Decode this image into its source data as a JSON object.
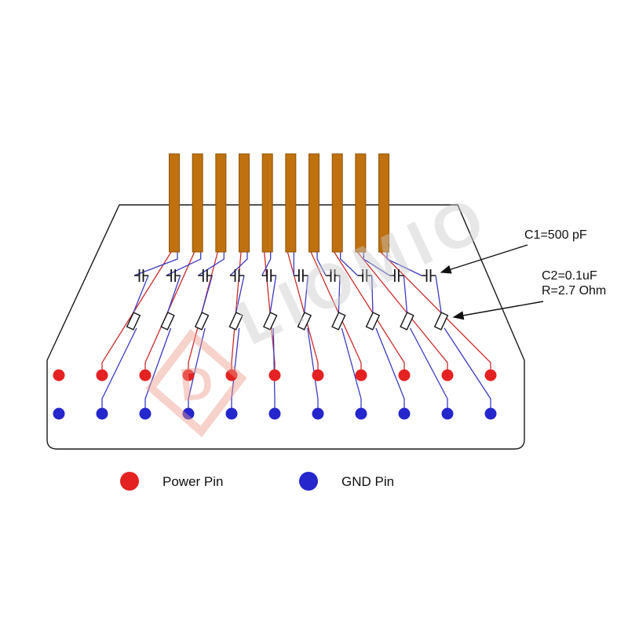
{
  "diagram": {
    "watermark": "LIOMIO",
    "logo_letter": "D",
    "annotations": {
      "c1": "C1=500 pF",
      "c2": "C2=0.1uF",
      "r": "R=2.7 Ohm"
    },
    "legend": {
      "power": "Power Pin",
      "gnd": "GND Pin"
    },
    "colors": {
      "pin": "#bf7110",
      "pin_dark": "#8f5406",
      "power": "#e42222",
      "gnd": "#2526cc",
      "trace_red": "#cc2a2a",
      "trace_blue": "#3a3ac0",
      "component": "#15151a",
      "outline": "#1a1a1a",
      "watermark": "#c9c9c9",
      "logo": "#ea9a8b",
      "text": "#101010"
    },
    "counts": {
      "pins": 10,
      "power_pads": 11,
      "gnd_pads": 11
    }
  }
}
